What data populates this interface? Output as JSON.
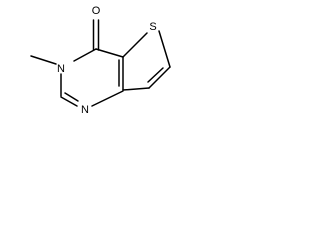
{
  "structure": {
    "atoms": {
      "oxygen": "O",
      "n3": "N",
      "n1": "N",
      "sulfur": "S"
    },
    "colors": {
      "line": "#000000",
      "background": "#ffffff"
    }
  }
}
